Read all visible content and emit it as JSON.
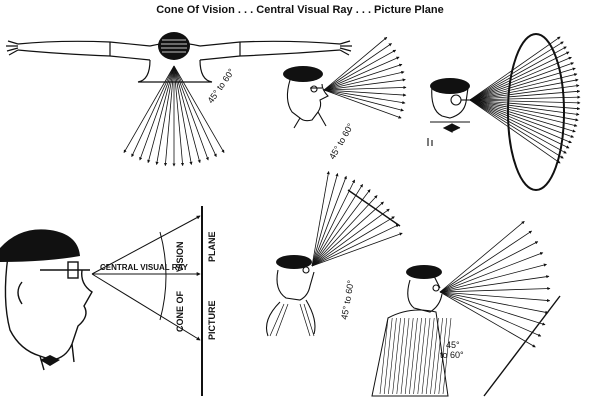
{
  "title": "Cone Of Vision . . . Central Visual Ray . . . Picture Plane",
  "labels": {
    "angle_top_left": "45° to 60°",
    "angle_top_middle": "45° to 60°",
    "angle_bottom_middle": "45° to 60°",
    "angle_bottom_right_top": "45°",
    "angle_bottom_right_bottom": "to 60°",
    "central_visual_ray": "CENTRAL VISUAL RAY",
    "vision": "VISION",
    "cone_of": "CONE OF",
    "plane": "PLANE",
    "picture": "PICTURE"
  }
}
